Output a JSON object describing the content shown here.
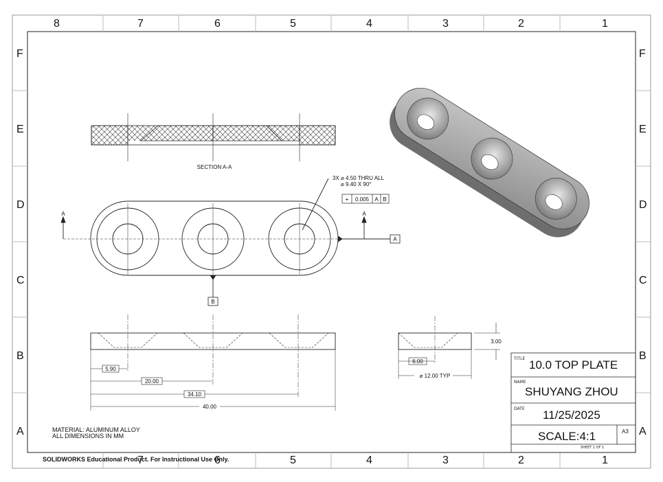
{
  "zones": {
    "columns": [
      "8",
      "7",
      "6",
      "5",
      "4",
      "3",
      "2",
      "1"
    ],
    "rows": [
      "F",
      "E",
      "D",
      "C",
      "B",
      "A"
    ]
  },
  "views": {
    "section_label": "SECTION A-A",
    "cut_letter": "A",
    "datum_a": "A",
    "datum_b": "B"
  },
  "callout": {
    "hole_line1": "3X ⌀ 4.50 THRU ALL",
    "hole_line2": "⌀ 9.40 X 90°",
    "fcf_symbol": "⌖",
    "fcf_tolerance": "0.005",
    "fcf_datum1": "A",
    "fcf_datum2": "B"
  },
  "dimensions": {
    "d1": "5.90",
    "d2": "20.00",
    "d3": "34.10",
    "d4": "40.00",
    "d5": "6.00",
    "d6": "⌀ 12.00 TYP",
    "d7": "3.00"
  },
  "notes": {
    "line1": "MATERIAL: ALUMINUM ALLOY",
    "line2": "ALL DIMENSIONS IN MM"
  },
  "title_block": {
    "title_label": "TITLE",
    "title": "10.0 TOP PLATE",
    "name_label": "NAME",
    "name": "SHUYANG ZHOU",
    "date_label": "DATE",
    "date": "11/25/2025",
    "scale": "SCALE:4:1",
    "size": "A3",
    "sheet": "SHEET 1 OF 1"
  },
  "footer": {
    "educational": "SOLIDWORKS Educational Product. For Instructional Use Only."
  }
}
